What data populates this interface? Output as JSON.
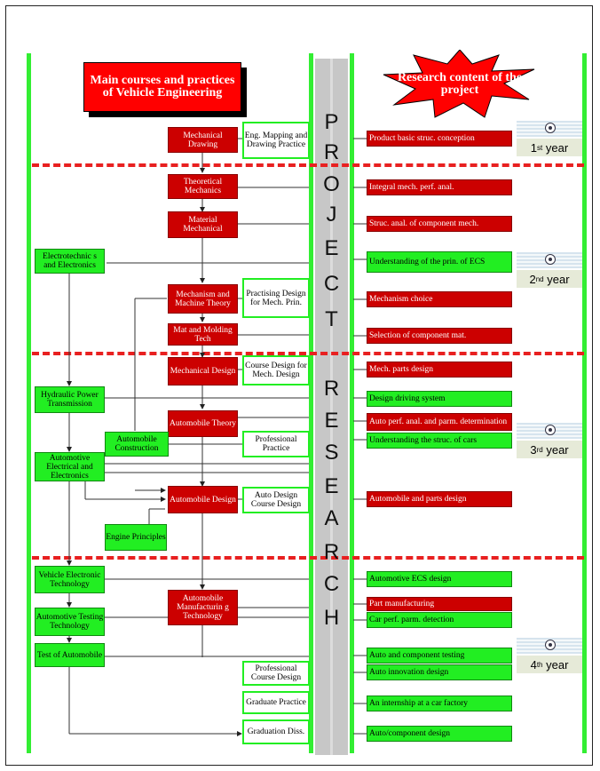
{
  "left_header": "Main courses and practices of Vehicle Engineering",
  "right_header": "Research content of the project",
  "center_letters": [
    "P",
    "R",
    "O",
    "J",
    "E",
    "C",
    "T",
    "R",
    "E",
    "S",
    "E",
    "A",
    "R",
    "C",
    "H"
  ],
  "years": [
    {
      "num": "1",
      "sup": "st",
      "word": "year"
    },
    {
      "num": "2",
      "sup": "nd",
      "word": "year"
    },
    {
      "num": "3",
      "sup": "rd",
      "word": "year"
    },
    {
      "num": "4",
      "sup": "th",
      "word": "year"
    }
  ],
  "courses": {
    "mechanical_drawing": "Mechanical Drawing",
    "theoretical_mechanics": "Theoretical Mechanics",
    "material_mechanical": "Material Mechanical",
    "electrotechnics": "Electrotechnic s and Electronics",
    "mechanism_theory": "Mechanism and Machine Theory",
    "mat_molding": "Mat and Molding Tech",
    "mechanical_design": "Mechanical Design",
    "hydraulic": "Hydraulic Power Transmission",
    "automobile_theory": "Automobile Theory",
    "automobile_construction": "Automobile Construction",
    "automotive_electrical": "Automotive Electrical and Electronics",
    "automobile_design": "Automobile Design",
    "engine_principles": "Engine Principles",
    "vehicle_electronic": "Vehicle Electronic Technology",
    "automobile_manufacturing": "Automobile Manufacturin g Technology",
    "automotive_testing": "Automotive Testing Technology",
    "test_of_automobile": "Test of Automobile"
  },
  "practices": {
    "eng_mapping": "Eng. Mapping and Drawing Practice",
    "practising_design": "Practising Design for Mech. Prin.",
    "course_design_mech": "Course Design for Mech. Design",
    "professional_practice": "Professional Practice",
    "auto_design_course": "Auto Design Course Design",
    "professional_course_design": "Professional Course Design",
    "graduate_practice": "Graduate Practice",
    "graduation_diss": "Graduation Diss."
  },
  "research": [
    {
      "text": "Product basic struc. conception",
      "color": "red"
    },
    {
      "text": "Integral mech. perf. anal.",
      "color": "red"
    },
    {
      "text": "Struc. anal. of component mech.",
      "color": "red"
    },
    {
      "text": "Understanding of the prin. of ECS",
      "color": "green"
    },
    {
      "text": "Mechanism choice",
      "color": "red"
    },
    {
      "text": "Selection of component mat.",
      "color": "red"
    },
    {
      "text": "Mech. parts design",
      "color": "red"
    },
    {
      "text": "Design driving system",
      "color": "green"
    },
    {
      "text": "Auto perf. anal. and parm. determination",
      "color": "red"
    },
    {
      "text": "Understanding the struc. of cars",
      "color": "green"
    },
    {
      "text": "Automobile and parts design",
      "color": "red"
    },
    {
      "text": "Automotive ECS design",
      "color": "green"
    },
    {
      "text": "Part manufacturing",
      "color": "red"
    },
    {
      "text": "Car perf. parm. detection",
      "color": "green"
    },
    {
      "text": "Auto and component testing",
      "color": "green"
    },
    {
      "text": "Auto innovation design",
      "color": "green"
    },
    {
      "text": "An internship at a car factory",
      "color": "green"
    },
    {
      "text": "Auto/component design",
      "color": "green"
    }
  ],
  "colors": {
    "red": "#cc0000",
    "green": "#22ee22",
    "guide": "#33ee33",
    "dash": "#e82020"
  }
}
